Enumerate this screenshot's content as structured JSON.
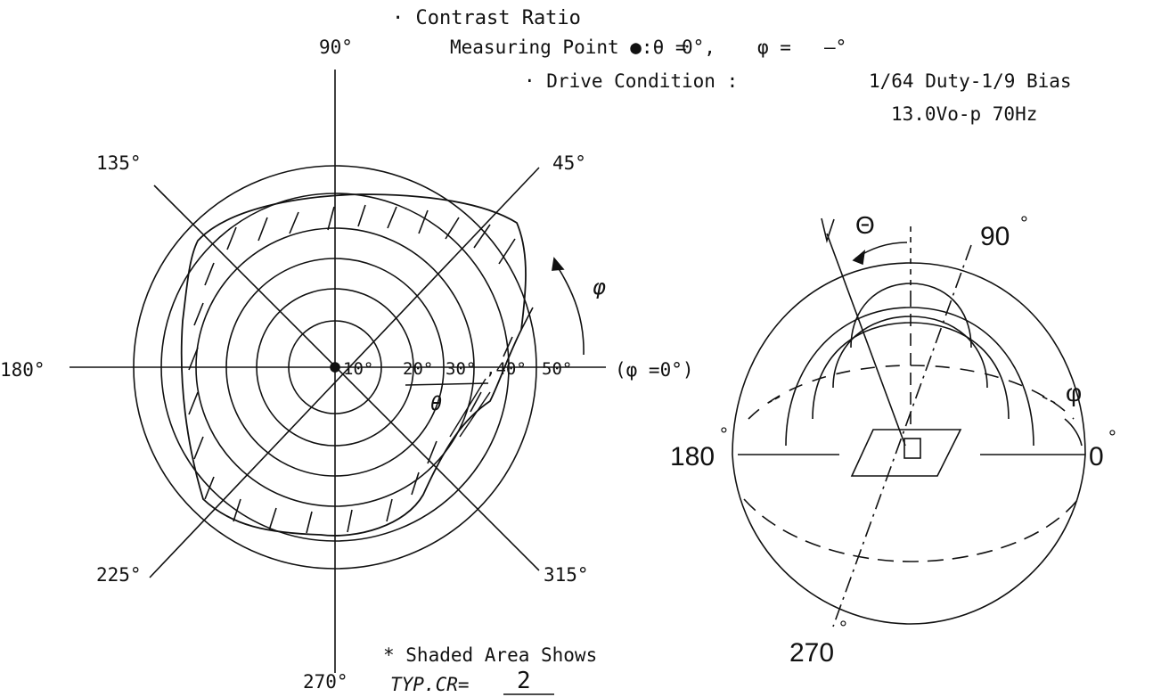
{
  "header": {
    "title": "· Contrast Ratio",
    "measuring_label": "Measuring Point ●:θ =",
    "theta_value": "0°,",
    "phi_label": "φ =",
    "phi_value": "—°",
    "drive_label": "· Drive Condition :",
    "drive_value": "1/64 Duty-1/9 Bias",
    "drive_value2": "13.0Vo-p  70Hz"
  },
  "polar": {
    "angle_labels": {
      "a0": "(φ =0°)",
      "a45": "45°",
      "a90": "90°",
      "a135": "135°",
      "a180": "180°",
      "a225": "225°",
      "a270": "270°",
      "a315": "315°"
    },
    "ring_labels": [
      "10°",
      "20°",
      "30°",
      ",40°",
      "50°"
    ],
    "theta_symbol": "θ",
    "phi_symbol": "φ",
    "note": "* Shaded Area Shows",
    "typ_cr_label": "TYP.CR=",
    "typ_cr_value": "2"
  },
  "hemisphere": {
    "label_90": "90",
    "label_180": "180",
    "label_0": "0",
    "label_270": "270",
    "degree": "°",
    "theta_symbol": "Θ",
    "phi_symbol": "φ"
  },
  "colors": {
    "ink": "#111111",
    "background": "#ffffff"
  }
}
